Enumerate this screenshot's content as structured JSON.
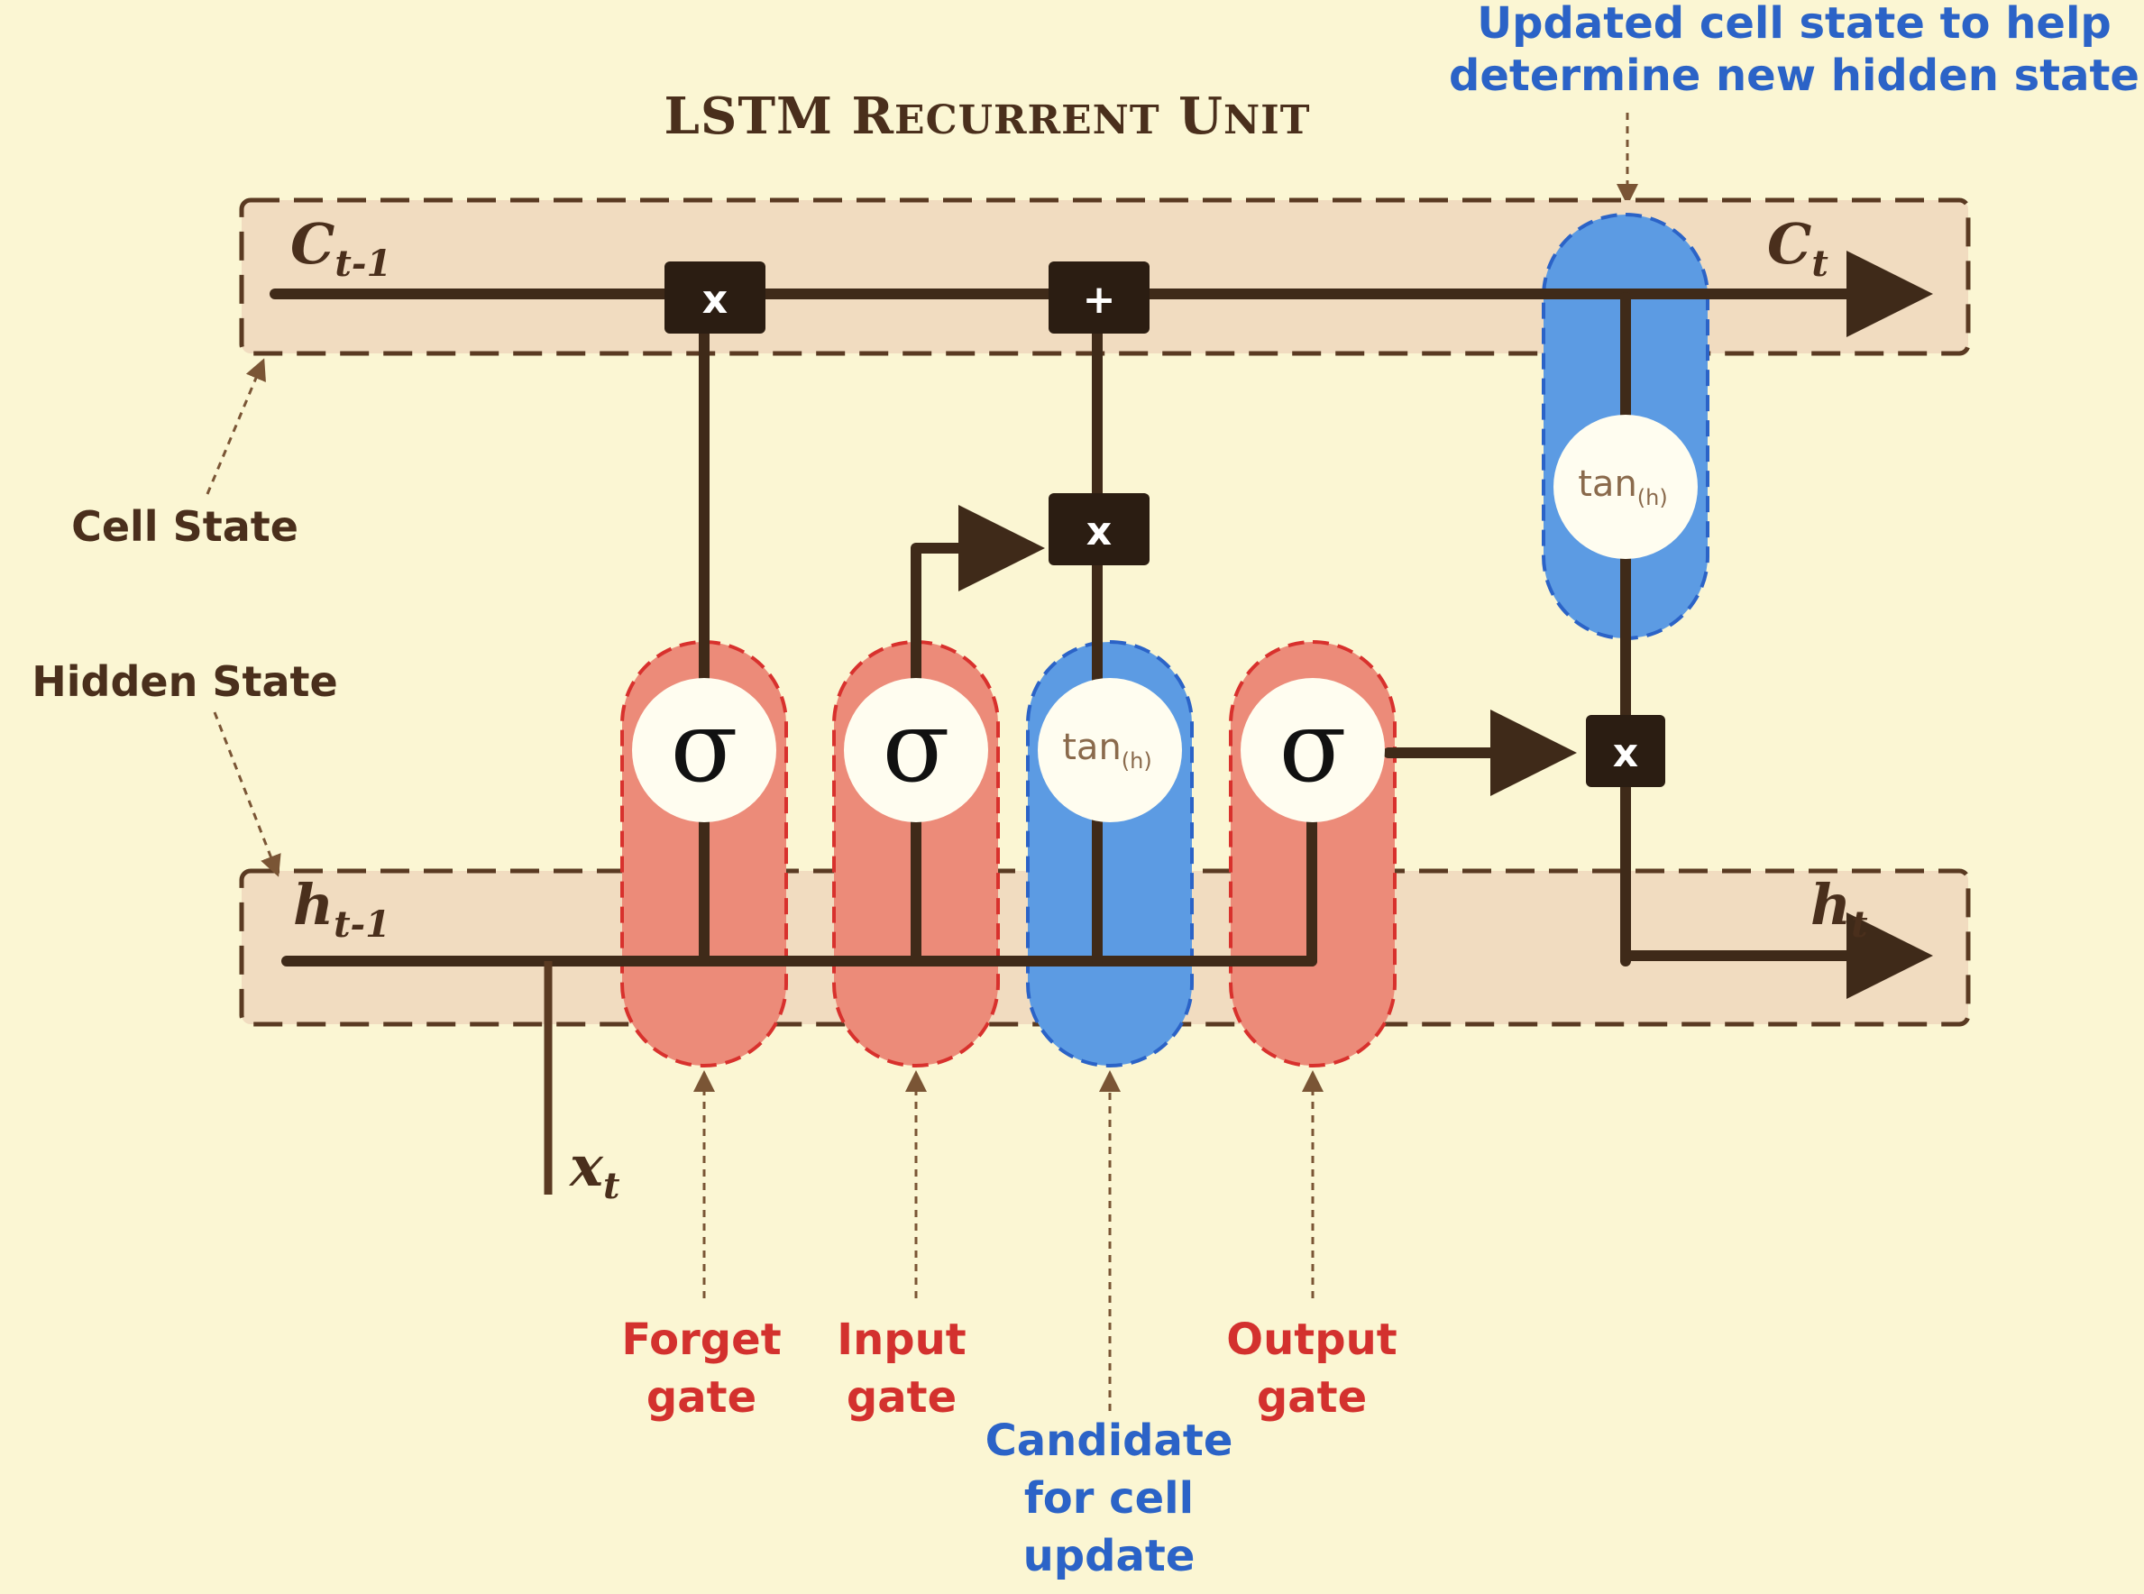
{
  "title": {
    "main": "LSTM",
    "part1_initial": "R",
    "part1_rest": "ECURRENT",
    "part2_initial": "U",
    "part2_rest": "NIT"
  },
  "annotation_top_right": {
    "line1": "Updated cell state to help",
    "line2": "determine new hidden state"
  },
  "left_labels": {
    "cell_state": "Cell State",
    "hidden_state": "Hidden State"
  },
  "variables": {
    "c_prev": {
      "base": "C",
      "sub": "t-1"
    },
    "c_next": {
      "base": "C",
      "sub": "t"
    },
    "h_prev": {
      "base": "h",
      "sub": "t-1"
    },
    "h_next": {
      "base": "h",
      "sub": "t"
    },
    "x_t": {
      "base": "x",
      "sub": "t"
    }
  },
  "gate_symbols": {
    "sigma": "σ",
    "tanh_base": "tan",
    "tanh_sub": "(h)"
  },
  "operators": {
    "multiply": "x",
    "add": "+"
  },
  "gate_labels": {
    "forget": {
      "line1": "Forget",
      "line2": "gate"
    },
    "input": {
      "line1": "Input",
      "line2": "gate"
    },
    "candidate": {
      "line1": "Candidate",
      "line2": "for cell",
      "line3": "update"
    },
    "output": {
      "line1": "Output",
      "line2": "gate"
    }
  },
  "colors": {
    "background": "#fbf6d3",
    "sigmoid_gate": "#ec8b79",
    "tanh_gate": "#5c9be3",
    "line": "#3f2a19",
    "red_text": "#d3312e",
    "blue_text": "#2b63c7"
  }
}
